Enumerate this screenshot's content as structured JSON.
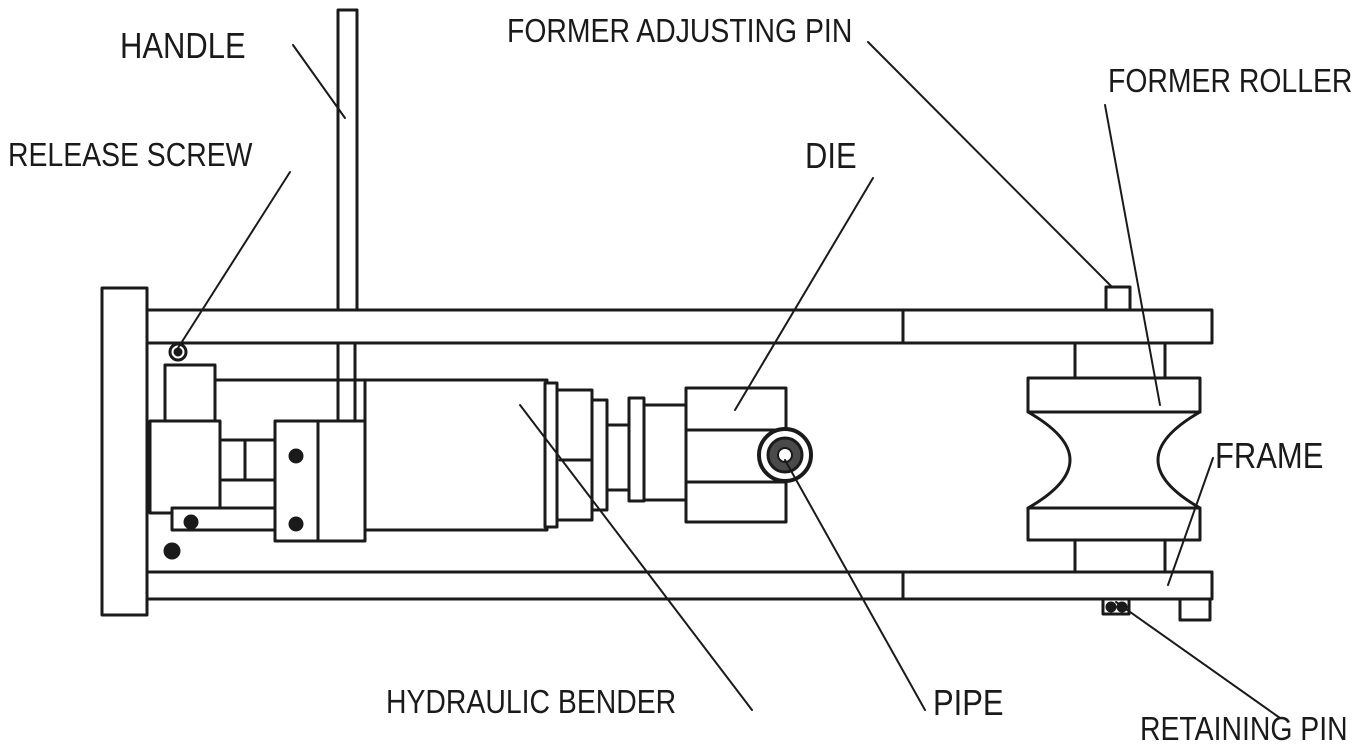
{
  "labels": {
    "handle": "HANDLE",
    "former_adjusting_pin": "FORMER ADJUSTING PIN",
    "former_roller": "FORMER ROLLER",
    "release_screw": "RELEASE SCREW",
    "die": "DIE",
    "frame": "FRAME",
    "hydraulic_bender": "HYDRAULIC BENDER",
    "pipe": "PIPE",
    "retaining_pin": "RETAINING PIN"
  },
  "colors": {
    "ink": "#1a1a1a",
    "background": "#ffffff"
  }
}
